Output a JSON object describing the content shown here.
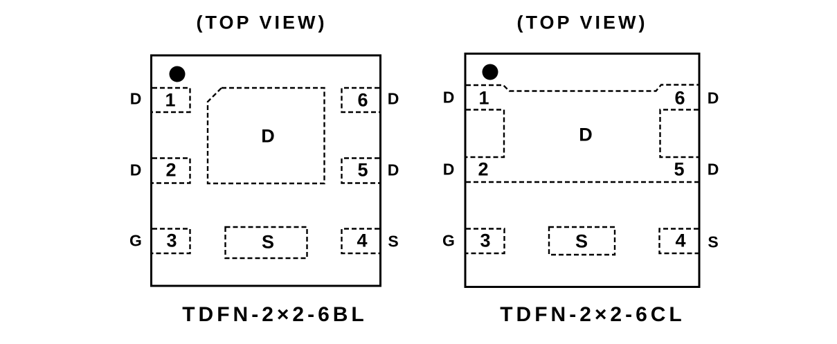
{
  "colors": {
    "line": "#000000",
    "background": "#ffffff",
    "text": "#000000"
  },
  "diagrams": [
    {
      "title": "(TOP VIEW)",
      "caption": "TDFN-2×2-6BL",
      "pin1_indicator_icon": "filled-circle",
      "center_pad_label": "D",
      "source_pad_label": "S",
      "left_pins": [
        {
          "number": "1",
          "label": "D"
        },
        {
          "number": "2",
          "label": "D"
        },
        {
          "number": "3",
          "label": "G"
        }
      ],
      "right_pins": [
        {
          "number": "6",
          "label": "D"
        },
        {
          "number": "5",
          "label": "D"
        },
        {
          "number": "4",
          "label": "S"
        }
      ]
    },
    {
      "title": "(TOP VIEW)",
      "caption": "TDFN-2×2-6CL",
      "pin1_indicator_icon": "filled-circle",
      "center_pad_label": "D",
      "source_pad_label": "S",
      "left_pins": [
        {
          "number": "1",
          "label": "D"
        },
        {
          "number": "2",
          "label": "D"
        },
        {
          "number": "3",
          "label": "G"
        }
      ],
      "right_pins": [
        {
          "number": "6",
          "label": "D"
        },
        {
          "number": "5",
          "label": "D"
        },
        {
          "number": "4",
          "label": "S"
        }
      ]
    }
  ]
}
